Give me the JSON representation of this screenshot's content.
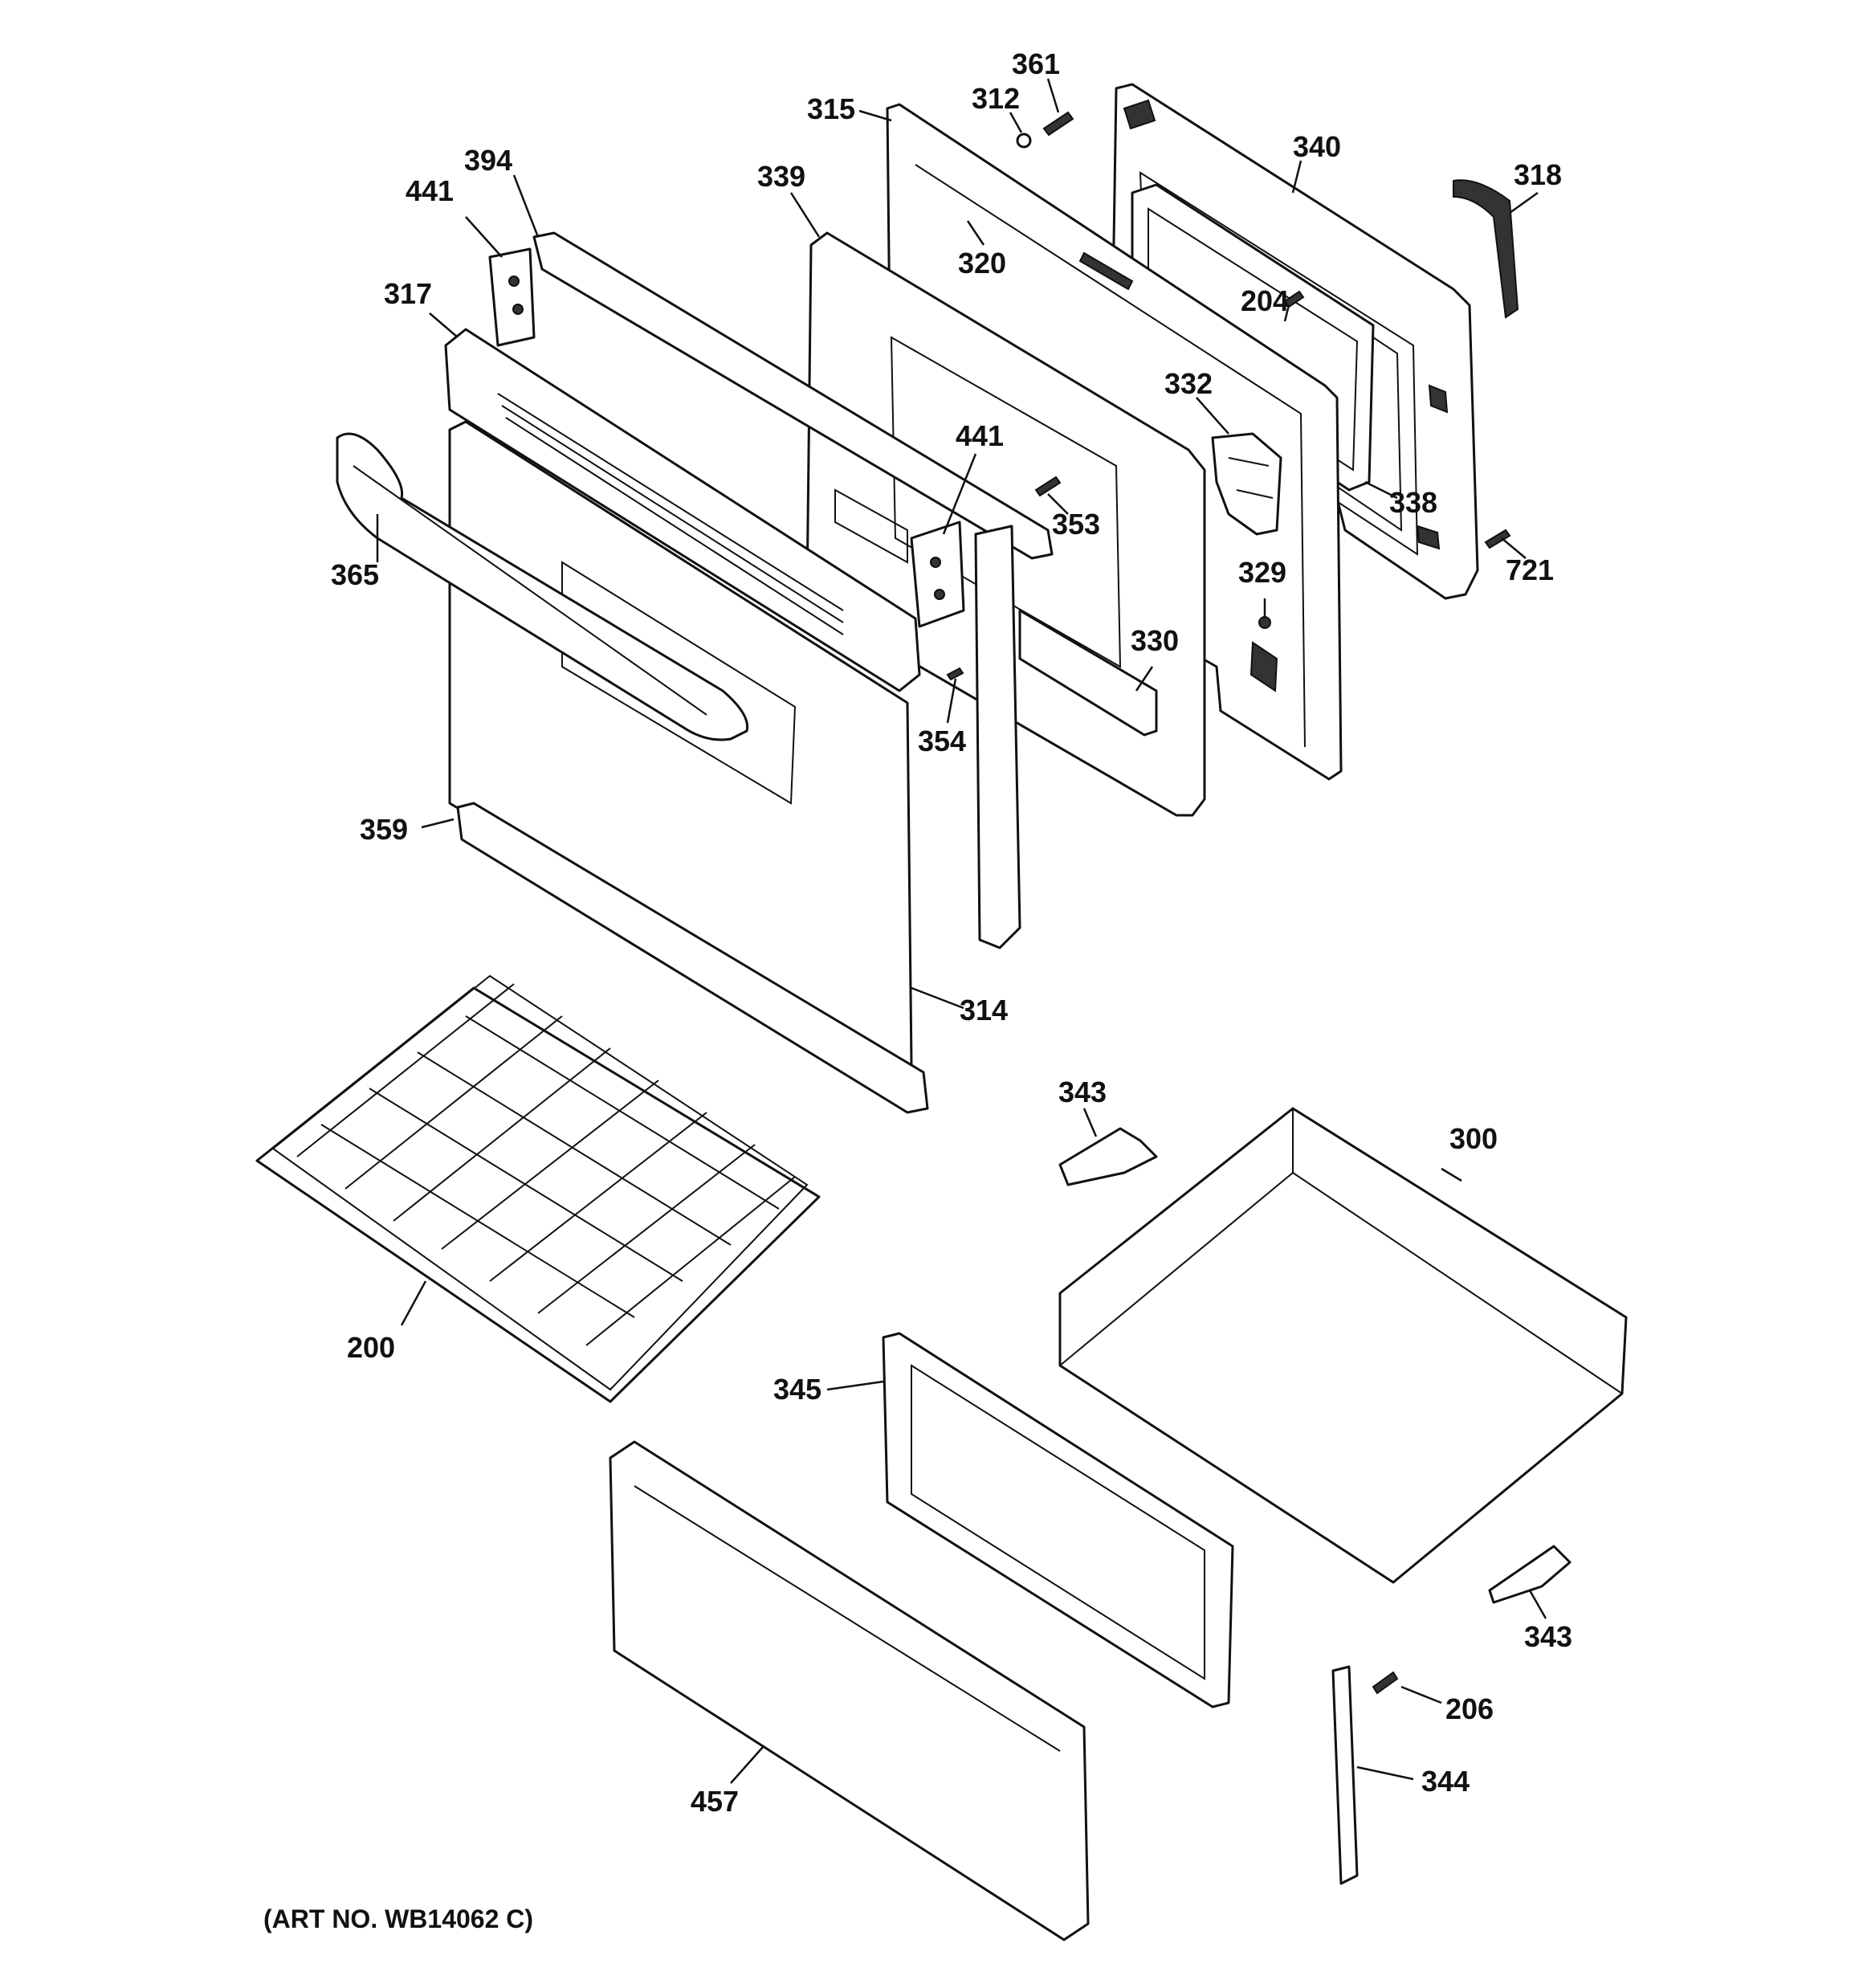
{
  "diagram": {
    "art_number": "(ART NO. WB14062 C)",
    "labels": {
      "p361": "361",
      "p312": "312",
      "p315": "315",
      "p340": "340",
      "p318": "318",
      "p394": "394",
      "p339": "339",
      "p441_top": "441",
      "p320": "320",
      "p204": "204",
      "p317": "317",
      "p332": "332",
      "p441_mid": "441",
      "p338": "338",
      "p353": "353",
      "p721": "721",
      "p365": "365",
      "p329": "329",
      "p330": "330",
      "p354": "354",
      "p359": "359",
      "p314": "314",
      "p343_top": "343",
      "p300": "300",
      "p200": "200",
      "p345": "345",
      "p343_bottom": "343",
      "p206": "206",
      "p344": "344",
      "p457": "457"
    }
  }
}
